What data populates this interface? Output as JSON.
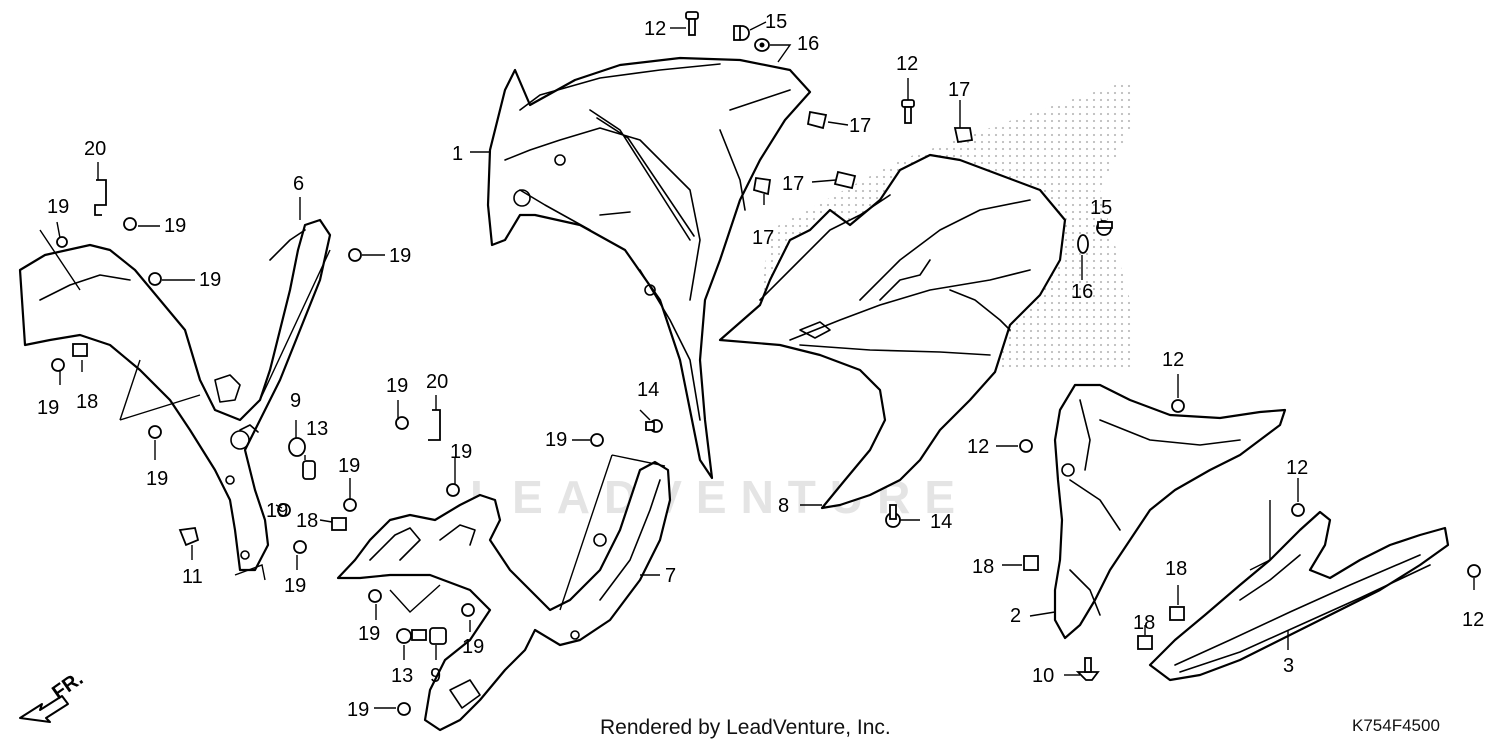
{
  "diagram": {
    "callouts": [
      "1",
      "2",
      "3",
      "6",
      "7",
      "8",
      "9",
      "10",
      "11",
      "12",
      "13",
      "14",
      "15",
      "16",
      "17",
      "18",
      "19",
      "20"
    ],
    "direction_label": "FR."
  },
  "watermark": "LEADVENTURE",
  "footer": {
    "credit": "Rendered by LeadVenture, Inc.",
    "diagram_code": "K754F4500"
  }
}
